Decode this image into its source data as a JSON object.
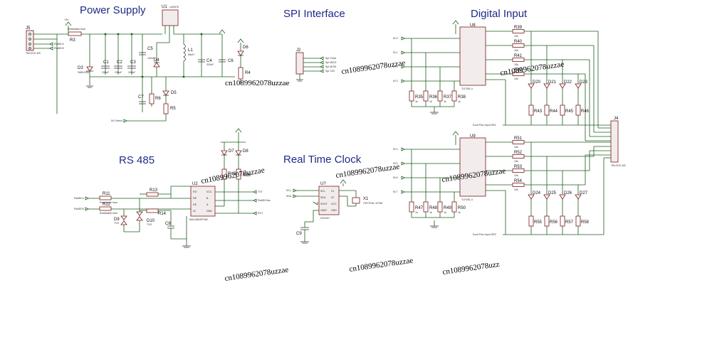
{
  "sections": {
    "power_supply": "Power Supply",
    "spi_interface": "SPI Interface",
    "digital_input": "Digital Input",
    "rs485": "RS 485",
    "real_time_clock": "Real Time Clock"
  },
  "watermark": "cn1089962078uzzae",
  "watermark_cut": "cn1089962078uzz",
  "power": {
    "j5": "J5",
    "u1": "U1",
    "u1_sub": "LM2576",
    "r3": "R3",
    "r3_sub": "Resettable fuse",
    "d3": "D3",
    "d3_sub": "SMBJ33A",
    "c1": "C1",
    "c2": "C2",
    "c3": "C3",
    "c5": "C5",
    "c6": "C6",
    "c7": "C7",
    "c4": "C4",
    "c_sub": "330uF",
    "c5_sub": "100nF",
    "d4": "D4",
    "d5": "D5",
    "d6": "D6",
    "l1": "L1",
    "l1_sub": "68uH",
    "r4": "R4",
    "r5": "R5",
    "r6": "R6",
    "r_sub": "1k",
    "tbl": "TBLOCK-M3",
    "rs485_a": "Rs485 A",
    "rs485_b": "Rs485 B",
    "net_detect": "5V Detect",
    "plus5": "+5V"
  },
  "spi": {
    "j2": "J2",
    "pins": [
      "Spi Clock",
      "Spi MISO",
      "Spi MOSI",
      "Spi CS2"
    ]
  },
  "digital": {
    "u8": "U8",
    "u9": "U9",
    "ic_sub": "TLP281-4",
    "inputs_top": [
      "IN 0",
      "IN 1",
      "IN 2",
      "IN 3"
    ],
    "inputs_bot": [
      "IN 4",
      "IN 5",
      "IN 6",
      "IN 7"
    ],
    "r_top": [
      "R39",
      "R40",
      "R41",
      "R42"
    ],
    "r_bot": [
      "R51",
      "R52",
      "R53",
      "R54"
    ],
    "rs_top": [
      "R35",
      "R36",
      "R37",
      "R38"
    ],
    "rs_bot": [
      "R47",
      "R48",
      "R49",
      "R50"
    ],
    "rd_top": [
      "R43",
      "R44",
      "R45",
      "R46"
    ],
    "rd_bot": [
      "R55",
      "R56",
      "R57",
      "R58"
    ],
    "d_top": [
      "D20",
      "D21",
      "D22",
      "D23"
    ],
    "d_bot": [
      "D24",
      "D25",
      "D26",
      "D27"
    ],
    "j4": "J4",
    "ser_top": "Dout Pins Input DR1",
    "ser_bot": "Dout Pins Input DR2",
    "r_val": "10k"
  },
  "rs485": {
    "u2": "U2",
    "u2_sub": "MAX485/SP485",
    "r11": "R11",
    "r12": "R12",
    "r13": "R13",
    "r14": "R14",
    "r15": "R15",
    "r16": "R16",
    "d7": "D7",
    "d8": "D8",
    "d9": "D9",
    "d10": "D10",
    "c8": "C8",
    "fuse": "Resettable fuse",
    "rx": "Rs485 A",
    "tx": "Rs485 B",
    "txd": "TXT",
    "rxd": "RXT",
    "en": "Rs485 Bus",
    "tvs": "TVS",
    "pins_l": [
      "RO",
      "RE",
      "DE",
      "DI"
    ],
    "pins_r": [
      "VCC",
      "B",
      "A",
      "GND"
    ]
  },
  "rtc": {
    "u": "U?",
    "u_sub": "DS1307",
    "x1": "X1",
    "x1_sub": "CRYSTAL 32768",
    "c9": "C9",
    "scl": "SCL",
    "sda": "SDA",
    "pins_l": [
      "SCL",
      "SDA",
      "SOUT",
      "VBAT"
    ],
    "pins_r": [
      "X1",
      "X2",
      "VCC",
      "GND"
    ]
  }
}
